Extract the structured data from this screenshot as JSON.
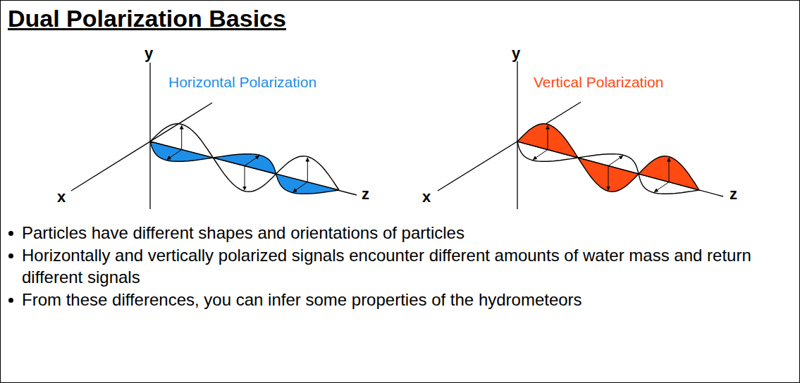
{
  "diagram": {
    "title": "Dual Polarization Basics",
    "labels": [
      "Horizontal Polarization",
      "Vertical Polarization",
      "y",
      "x",
      "z",
      "y",
      "x",
      "z",
      "Particles have different shapes and orientations of particles",
      "Horizontally and vertically polarized signals encounter different amounts of water mass and return different signals",
      "From these differences, you can infer some properties of the hydrometeors"
    ]
  }
}
